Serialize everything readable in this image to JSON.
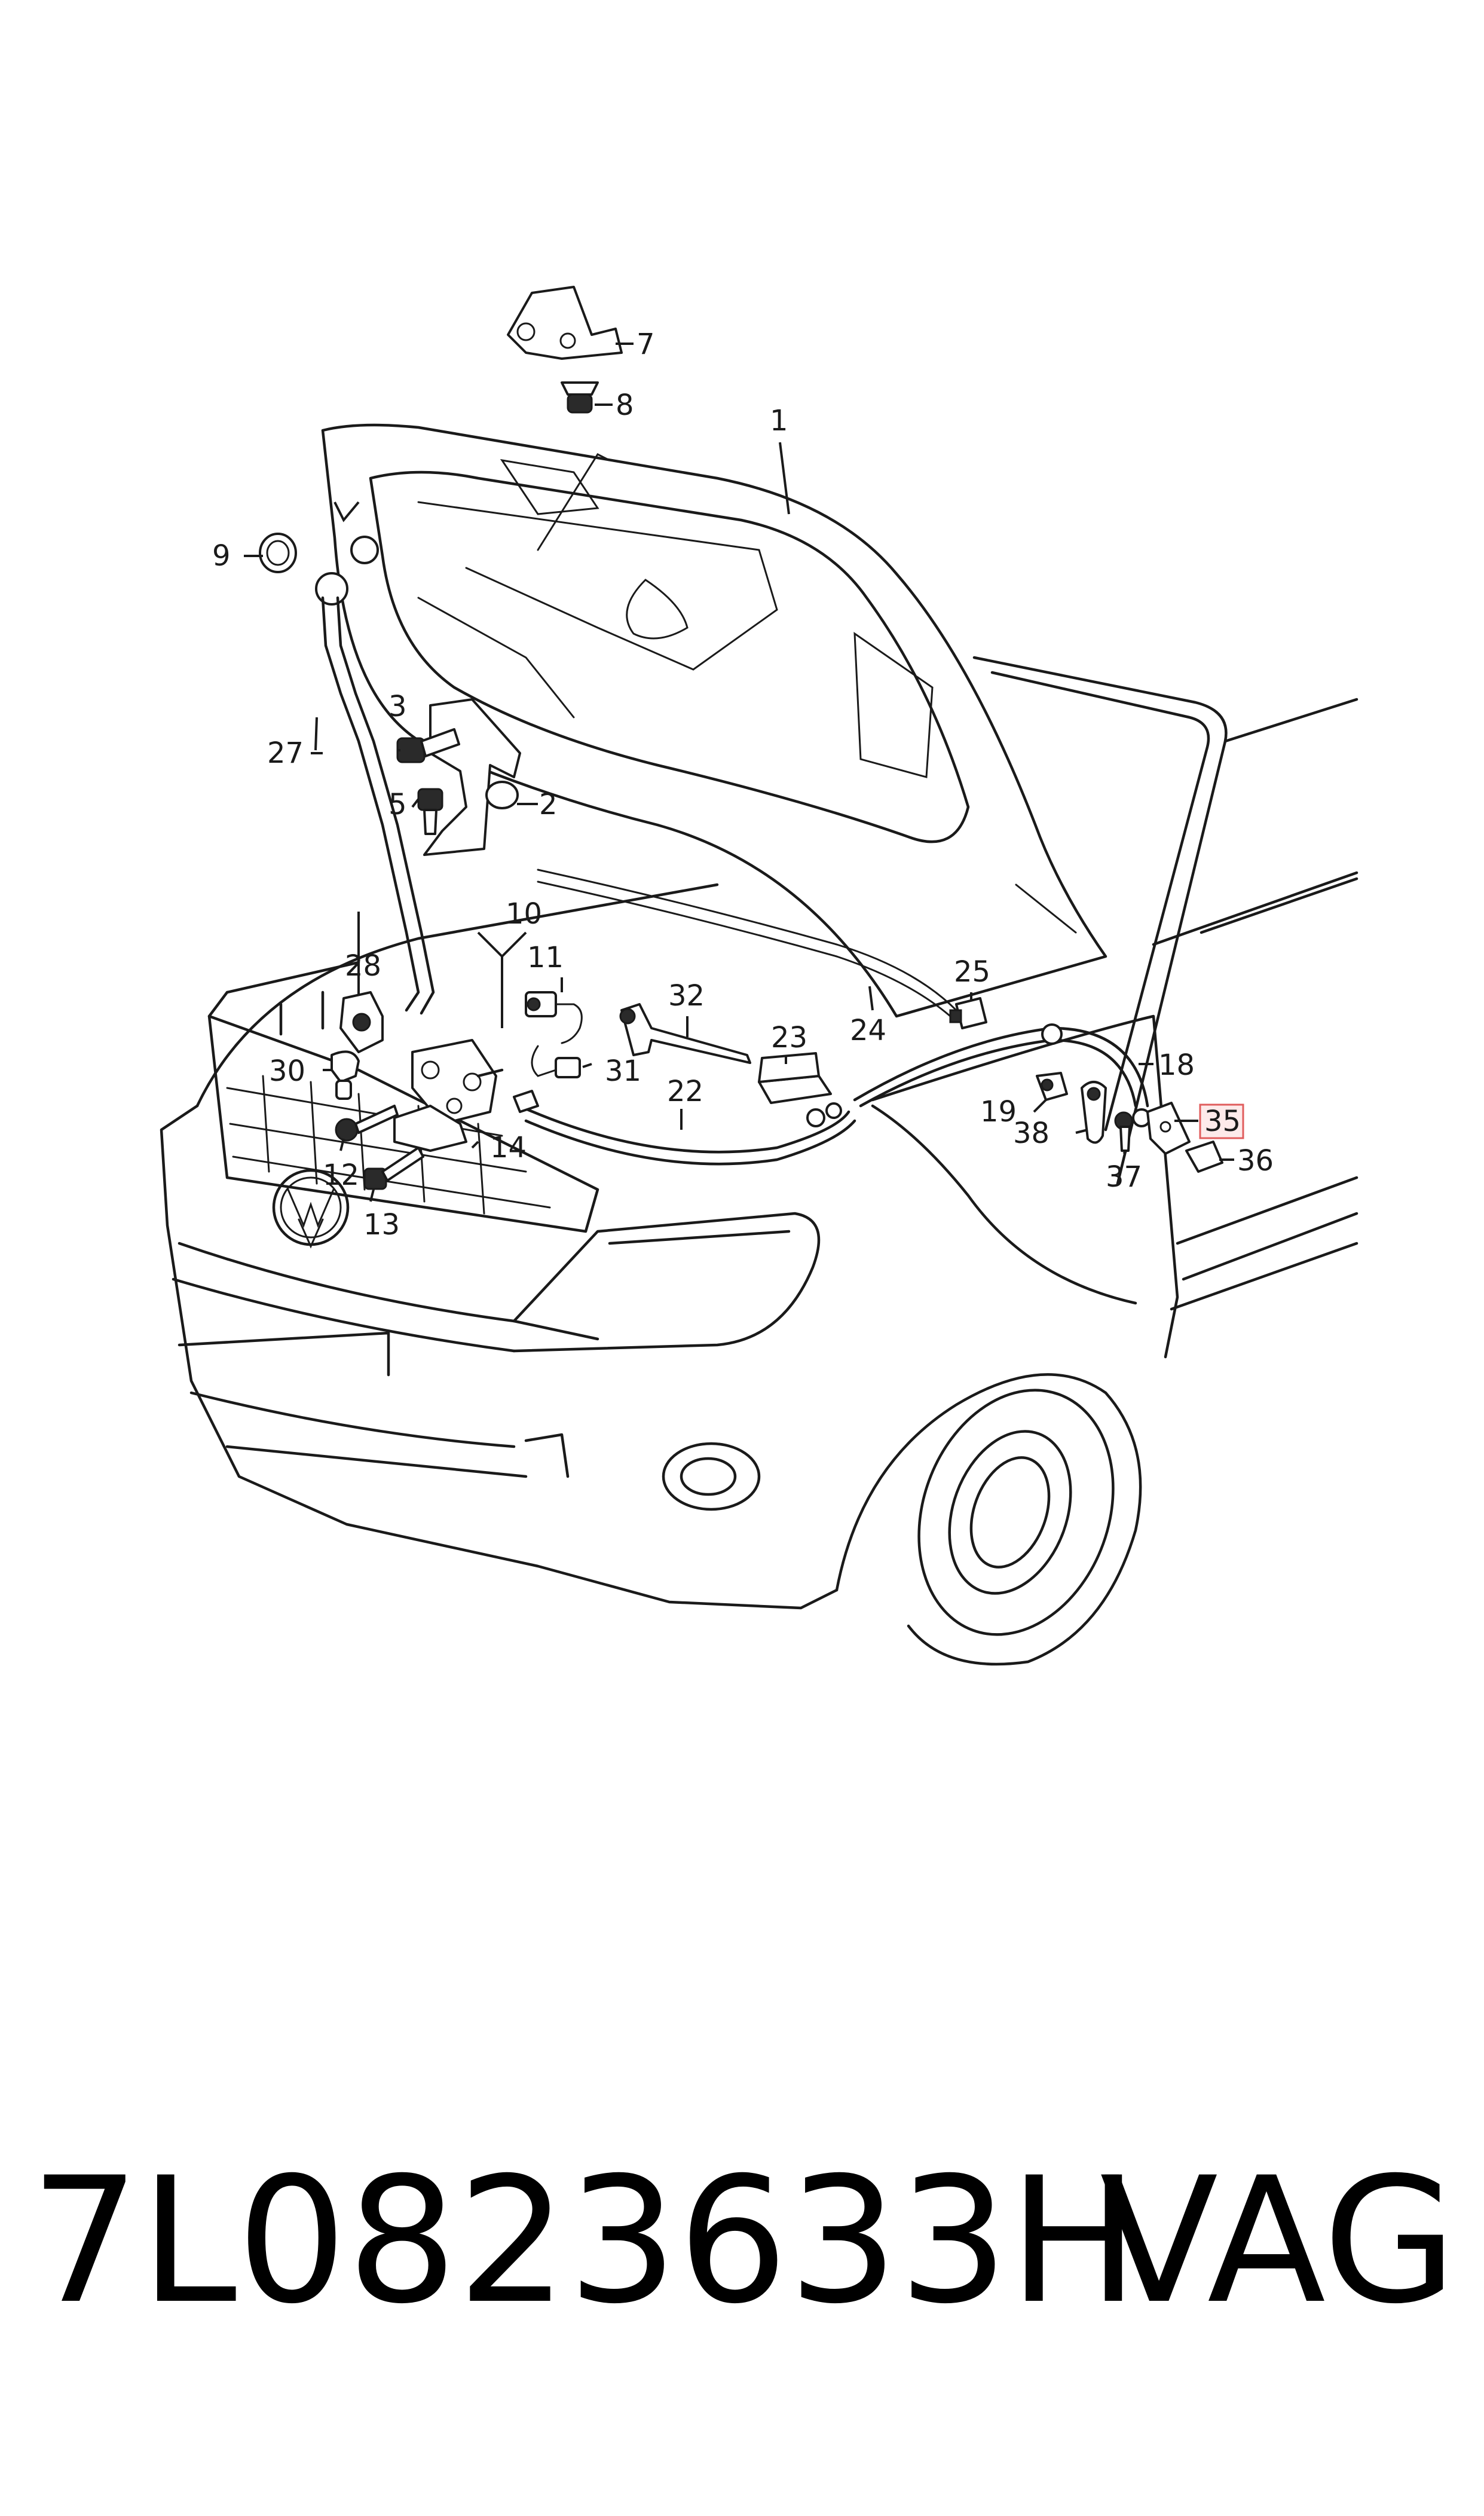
{
  "callouts": {
    "c1": "1",
    "c2": "2",
    "c3": "3",
    "c5": "5",
    "c7": "7",
    "c8": "8",
    "c9": "9",
    "c10": "10",
    "c11": "11",
    "c12": "12",
    "c13": "13",
    "c14": "14",
    "c18": "18",
    "c19": "19",
    "c22": "22",
    "c23": "23",
    "c24": "24",
    "c25": "25",
    "c27": "27",
    "c28": "28",
    "c30": "30",
    "c31": "31",
    "c32": "32",
    "c35": "35",
    "c36": "36",
    "c37": "37",
    "c38": "38"
  },
  "highlight_color": "#e05c5c",
  "footer": {
    "part_number": "7L0823633H",
    "brand": "VAG"
  }
}
